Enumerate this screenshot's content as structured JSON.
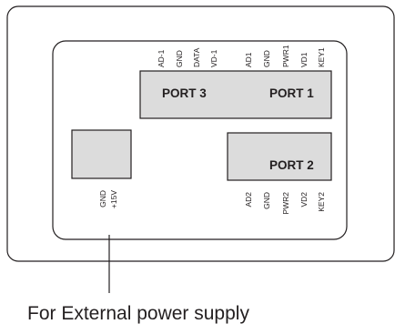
{
  "ports": {
    "port3": {
      "label": "PORT 3",
      "pins": [
        "AD-1",
        "GND",
        "DATA",
        "VD-1"
      ]
    },
    "port1": {
      "label": "PORT 1",
      "pins": [
        "AD1",
        "GND",
        "PWR1",
        "VD1",
        "KEY1"
      ]
    },
    "port2": {
      "label": "PORT 2",
      "pins": [
        "AD2",
        "GND",
        "PWR2",
        "VD2",
        "KEY2"
      ]
    }
  },
  "power": {
    "pins": [
      "GND",
      "+15V"
    ]
  },
  "caption": "For External power supply"
}
